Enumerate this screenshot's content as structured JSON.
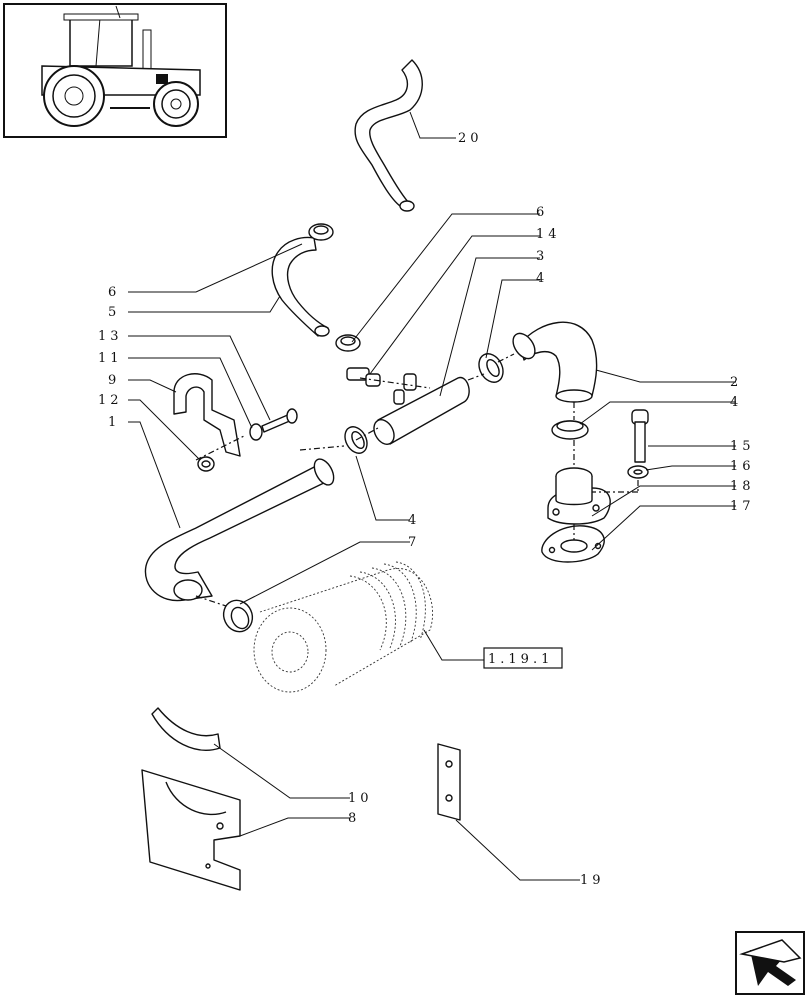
{
  "callouts": {
    "c20": "20",
    "c6a": "6",
    "c14": "14",
    "c3": "3",
    "c4a": "4",
    "c6b": "6",
    "c5": "5",
    "c13": "13",
    "c11": "11",
    "c9": "9",
    "c12": "12",
    "c1": "1",
    "c2": "2",
    "c4b": "4",
    "c15": "15",
    "c16": "16",
    "c18": "18",
    "c17": "17",
    "c4c": "4",
    "c7": "7",
    "c10": "10",
    "c8": "8",
    "c19": "19"
  },
  "reference_box": "1.19.1",
  "icons": {
    "thumbnail": "tractor-icon",
    "navigation": "next-page-arrow-icon"
  }
}
